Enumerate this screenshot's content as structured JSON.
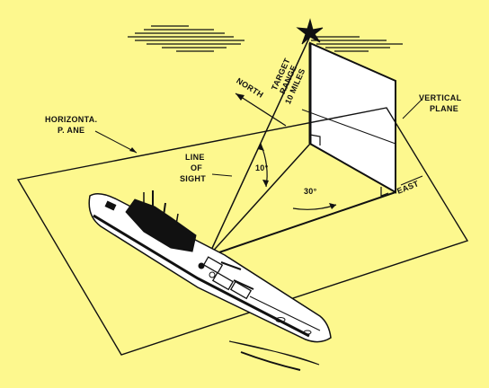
{
  "labels": {
    "target_line1": "TARGET",
    "target_line2": "RANGE",
    "target_line3": "10 MILES",
    "north": "NORTH",
    "horizontal_plane_line1": "HORIZONTA.",
    "horizontal_plane_line2": "P. ANE",
    "vertical_plane_line1": "VERTICAL",
    "vertical_plane_line2": "PLANE",
    "line_of_sight_line1": "LINE",
    "line_of_sight_line2": "OF",
    "line_of_sight_line3": "SIGHT",
    "elevation_angle": "10°",
    "bearing_angle": "30°",
    "east": "EAST"
  },
  "icons": {
    "target": "star-icon",
    "ship": "battleship-icon"
  },
  "colors": {
    "background": "#fdf88e",
    "ink": "#111111",
    "plane_fill": "#ffffff"
  }
}
